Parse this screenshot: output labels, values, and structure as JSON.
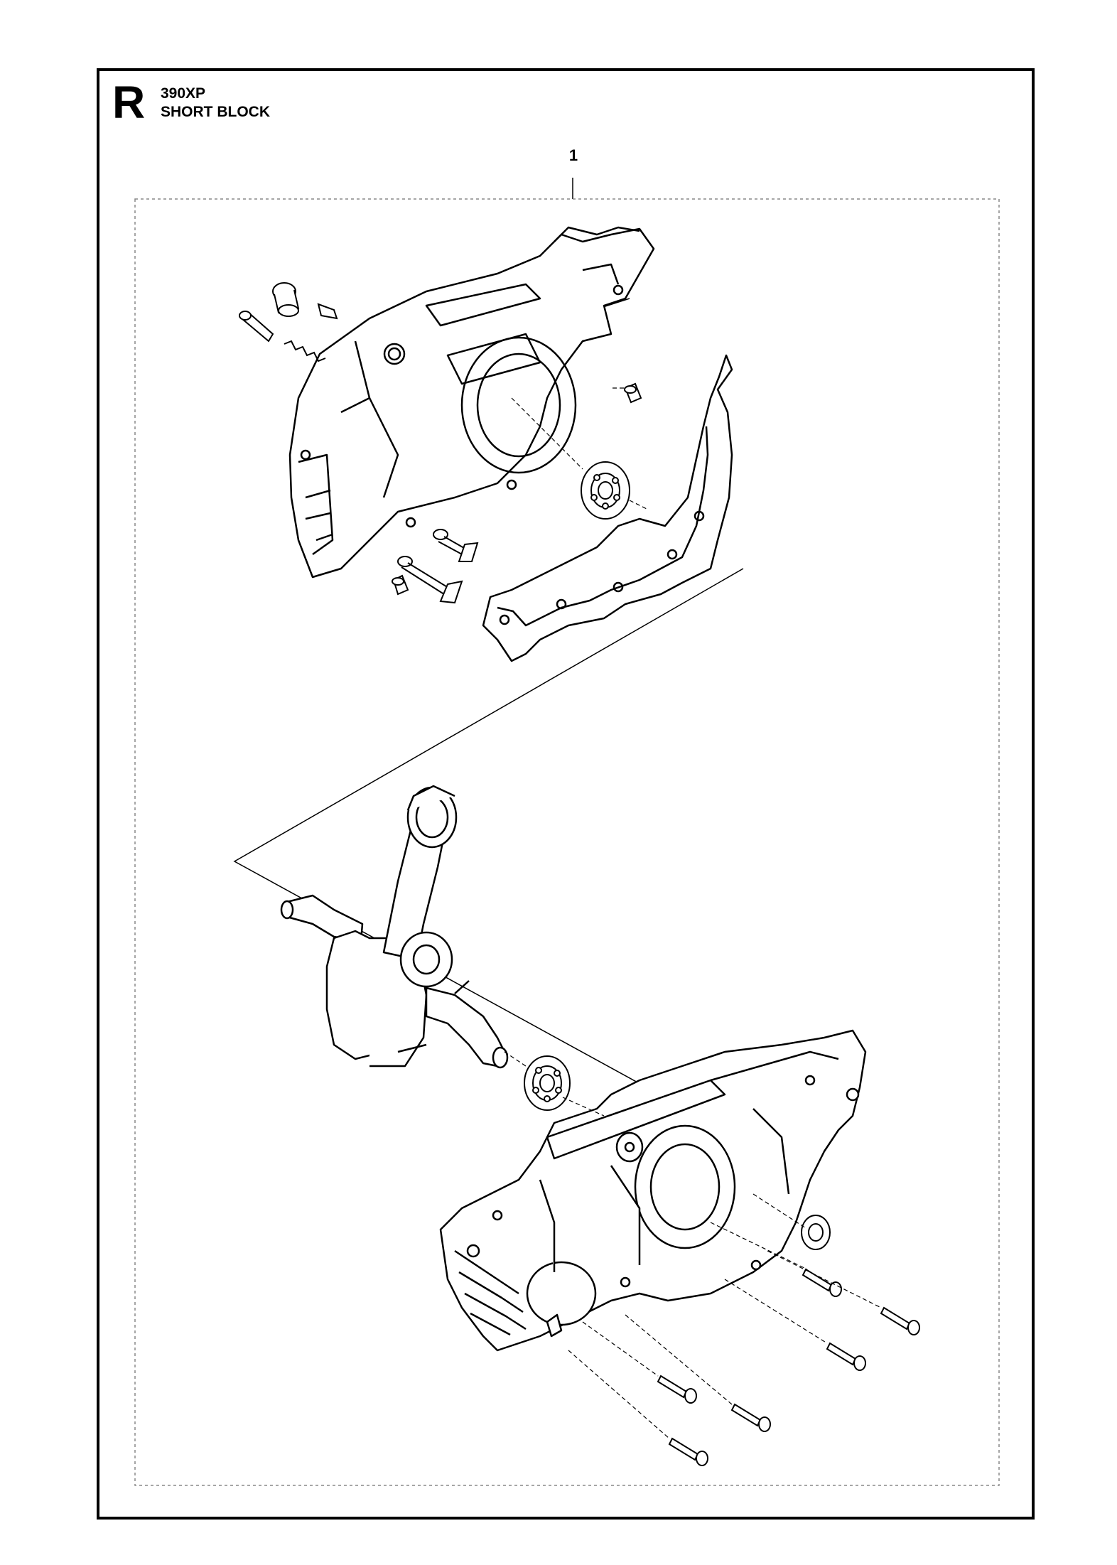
{
  "header": {
    "section_letter": "R",
    "model": "390XP",
    "title": "SHORT BLOCK"
  },
  "diagram": {
    "item_number": "1",
    "components": [
      "crankcase-half-clutch-side",
      "crankcase-half-flywheel-side",
      "crankshaft-connecting-rod",
      "main-bearing",
      "crankcase-gasket",
      "oil-seal",
      "screw",
      "oil-pump-plunger",
      "spring"
    ]
  },
  "colors": {
    "line": "#000000",
    "background": "#ffffff",
    "dashed_border": "#888888"
  }
}
